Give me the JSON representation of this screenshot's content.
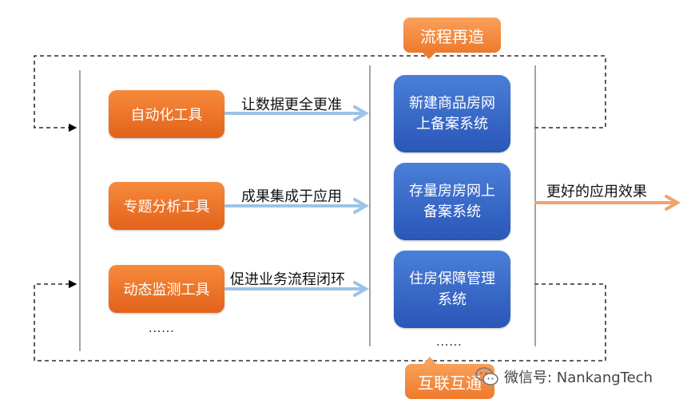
{
  "callouts": {
    "top": "流程再造",
    "bottom": "互联互通"
  },
  "tools": [
    {
      "label": "自动化工具",
      "arrow_text": "让数据更全更准"
    },
    {
      "label": "专题分析工具",
      "arrow_text": "成果集成于应用"
    },
    {
      "label": "动态监测工具",
      "arrow_text": "促进业务流程闭环"
    }
  ],
  "tools_more": "......",
  "systems": [
    {
      "line1": "新建商品房网",
      "line2": "上备案系统"
    },
    {
      "line1": "存量房房网上",
      "line2": "备案系统"
    },
    {
      "line1": "住房保障管理",
      "line2": "系统"
    }
  ],
  "systems_more": "......",
  "result_label": "更好的应用效果",
  "watermark": {
    "text": "微信号: NankangTech",
    "icon": "wechat-icon"
  },
  "colors": {
    "tool_orange": "#ee7a2c",
    "system_blue": "#2f5fc4",
    "arrow_blue": "#9ec3e6",
    "result_arrow": "#f2a26c"
  }
}
